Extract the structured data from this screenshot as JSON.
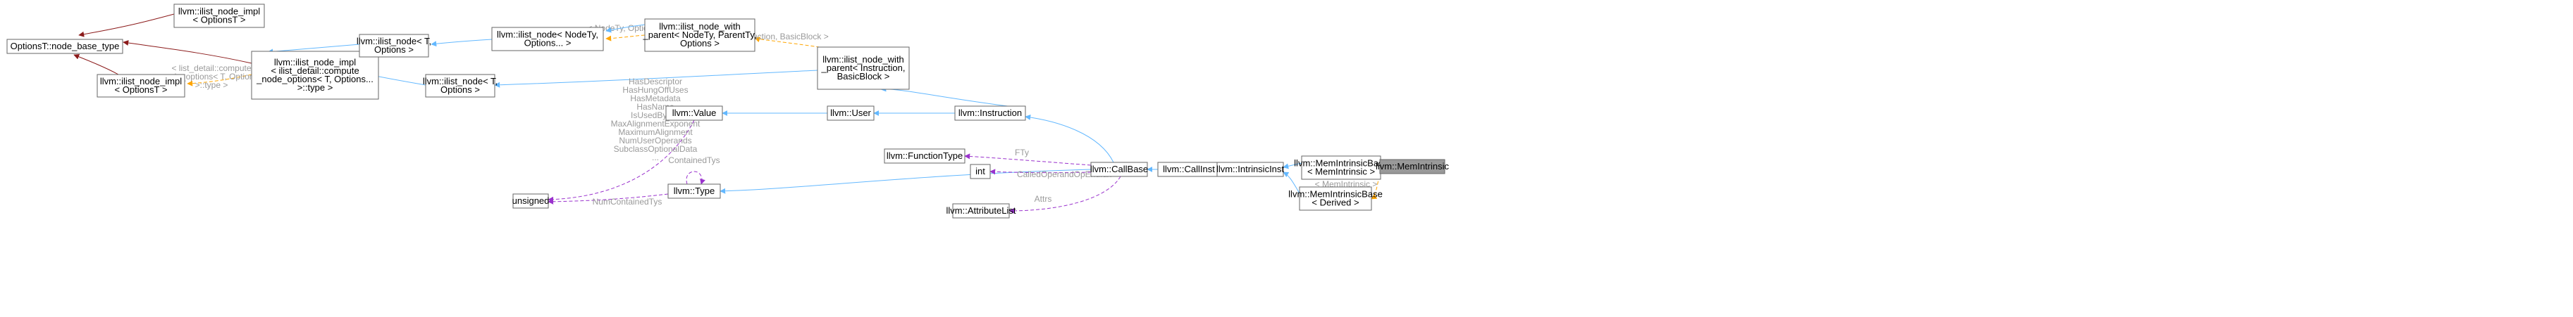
{
  "diagram": {
    "colors": {
      "inheritance": "#63b8ff",
      "template": "#ffa500",
      "usage": "#9a32cd",
      "root_inheritance": "#8b1a1a",
      "label": "#9a9a9a",
      "highlight_fill": "#999999"
    },
    "nodes": [
      {
        "id": "n1",
        "lines": [
          "OptionsT::node_base_type"
        ]
      },
      {
        "id": "n2",
        "lines": [
          "llvm::ilist_node_impl",
          "< OptionsT >"
        ]
      },
      {
        "id": "n3",
        "lines": [
          "llvm::ilist_node_impl",
          "< OptionsT >"
        ]
      },
      {
        "id": "n4",
        "lines": [
          "llvm::ilist_node_impl",
          "< ilist_detail::compute",
          "_node_options< T, Options...",
          ">::type >"
        ]
      },
      {
        "id": "n5",
        "lines": [
          "llvm::ilist_node< T,",
          "Options >"
        ]
      },
      {
        "id": "n6",
        "lines": [
          "llvm::ilist_node< NodeTy,",
          "Options... >"
        ]
      },
      {
        "id": "n7",
        "lines": [
          "llvm::ilist_node< T,",
          "Options >"
        ]
      },
      {
        "id": "n8",
        "lines": [
          "llvm::ilist_node_with",
          "_parent< NodeTy, ParentTy,",
          "Options >"
        ]
      },
      {
        "id": "n9",
        "lines": [
          "llvm::ilist_node_with",
          "_parent< Instruction,",
          "BasicBlock >"
        ]
      },
      {
        "id": "n10",
        "lines": [
          "unsigned"
        ]
      },
      {
        "id": "n11",
        "lines": [
          "llvm::Value"
        ]
      },
      {
        "id": "n12",
        "lines": [
          "llvm::Type"
        ]
      },
      {
        "id": "n13",
        "lines": [
          "llvm::User"
        ]
      },
      {
        "id": "n14",
        "lines": [
          "llvm::Instruction"
        ]
      },
      {
        "id": "n15",
        "lines": [
          "llvm::FunctionType"
        ]
      },
      {
        "id": "n16",
        "lines": [
          "int"
        ]
      },
      {
        "id": "n17",
        "lines": [
          "llvm::AttributeList"
        ]
      },
      {
        "id": "n18",
        "lines": [
          "llvm::CallBase"
        ]
      },
      {
        "id": "n19",
        "lines": [
          "llvm::CallInst"
        ]
      },
      {
        "id": "n20",
        "lines": [
          "llvm::IntrinsicInst"
        ]
      },
      {
        "id": "n21",
        "lines": [
          "llvm::MemIntrinsicBase",
          "< MemIntrinsic >"
        ]
      },
      {
        "id": "n22",
        "lines": [
          "llvm::MemIntrinsicBase",
          "< Derived >"
        ]
      },
      {
        "id": "n23",
        "lines": [
          "llvm::MemIntrinsic"
        ]
      }
    ],
    "edges": [
      {
        "id": "e1",
        "kind": "root_inheritance",
        "label": []
      },
      {
        "id": "e2",
        "kind": "root_inheritance",
        "label": []
      },
      {
        "id": "e3",
        "kind": "root_inheritance",
        "label": []
      },
      {
        "id": "e4",
        "kind": "template",
        "label": [
          "< list_detail::compute",
          "_node_options< T, Options...",
          ">::type >"
        ]
      },
      {
        "id": "e5",
        "kind": "inheritance",
        "label": []
      },
      {
        "id": "e6",
        "kind": "inheritance",
        "label": []
      },
      {
        "id": "e7",
        "kind": "inheritance",
        "label": []
      },
      {
        "id": "e8",
        "kind": "template",
        "label": [
          "< NodeTy, Options... >"
        ]
      },
      {
        "id": "e9",
        "kind": "inheritance",
        "label": []
      },
      {
        "id": "e10",
        "kind": "inheritance",
        "label": []
      },
      {
        "id": "e11",
        "kind": "template",
        "label": [
          "< Instruction, BasicBlock >"
        ]
      },
      {
        "id": "e12",
        "kind": "inheritance",
        "label": []
      },
      {
        "id": "e13",
        "kind": "inheritance",
        "label": []
      },
      {
        "id": "e14",
        "kind": "inheritance",
        "label": []
      },
      {
        "id": "e15",
        "kind": "usage",
        "label": [
          "HasDescriptor",
          "HasHungOffUses",
          "HasMetadata",
          "HasName",
          "IsUsedByMD",
          "MaxAlignmentExponent",
          "MaximumAlignment",
          "NumUserOperands",
          "SubclassOptionalData",
          "..."
        ]
      },
      {
        "id": "e16",
        "kind": "usage",
        "label": [
          "NumContainedTys"
        ]
      },
      {
        "id": "e17",
        "kind": "usage",
        "label": [
          "ContainedTys"
        ]
      },
      {
        "id": "e18",
        "kind": "inheritance",
        "label": []
      },
      {
        "id": "e19",
        "kind": "inheritance",
        "label": []
      },
      {
        "id": "e20",
        "kind": "usage",
        "label": [
          "FTy"
        ]
      },
      {
        "id": "e21",
        "kind": "usage",
        "label": [
          "CalledOperandOpEndIdx"
        ]
      },
      {
        "id": "e22",
        "kind": "usage",
        "label": [
          "Attrs"
        ]
      },
      {
        "id": "e23",
        "kind": "inheritance",
        "label": []
      },
      {
        "id": "e24",
        "kind": "inheritance",
        "label": []
      },
      {
        "id": "e25",
        "kind": "inheritance",
        "label": []
      },
      {
        "id": "e26",
        "kind": "inheritance",
        "label": []
      },
      {
        "id": "e27",
        "kind": "template",
        "label": [
          "< MemIntrinsic >"
        ]
      },
      {
        "id": "e28",
        "kind": "inheritance",
        "label": []
      }
    ]
  }
}
